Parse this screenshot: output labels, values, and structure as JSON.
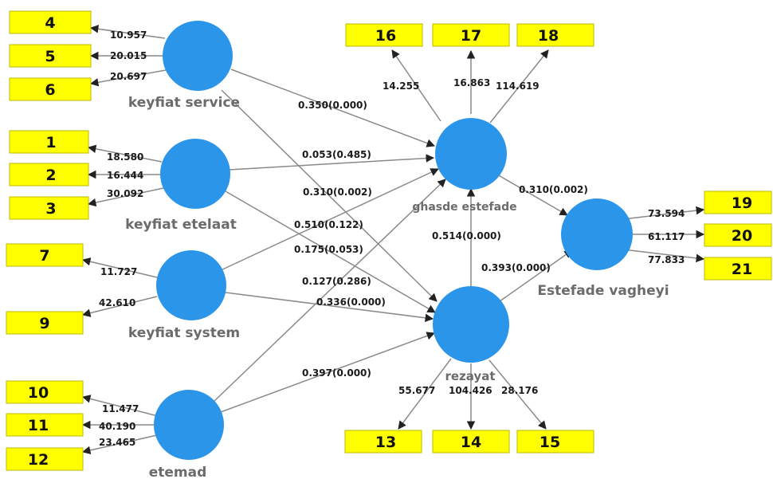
{
  "colors": {
    "construct": "#2b95ea",
    "indicator": "#ffff00",
    "indicator_border": "#b8b800",
    "line": "#8a8a8a",
    "arrow": "#222222"
  },
  "constructs": {
    "keyfiat_service": "keyfiat service",
    "keyfiat_etelaat": "keyfiat etelaat",
    "keyfiat_system": "keyfiat system",
    "etemad": "etemad",
    "ghasde_estefade": "ghasde estefade",
    "rezayat": "rezayat",
    "estefade_vagheyi": "Estefade vagheyi"
  },
  "indicators": {
    "i1": "1",
    "i2": "2",
    "i3": "3",
    "i4": "4",
    "i5": "5",
    "i6": "6",
    "i7": "7",
    "i9": "9",
    "i10": "10",
    "i11": "11",
    "i12": "12",
    "i13": "13",
    "i14": "14",
    "i15": "15",
    "i16": "16",
    "i17": "17",
    "i18": "18",
    "i19": "19",
    "i20": "20",
    "i21": "21"
  },
  "loadings": {
    "l4": "10.957",
    "l5": "20.015",
    "l6": "20.697",
    "l1": "18.580",
    "l2": "16.444",
    "l3": "30.092",
    "l7": "11.727",
    "l9": "42.610",
    "l10": "11.477",
    "l11": "40.190",
    "l12": "23.465",
    "l16": "14.255",
    "l17": "16.863",
    "l18": "114.619",
    "l13": "55.677",
    "l14": "104.426",
    "l15": "28.176",
    "l19": "73.594",
    "l20": "61.117",
    "l21": "77.833"
  },
  "paths": {
    "service_ghasde": "0.350(0.000)",
    "etelaat_ghasde": "0.053(0.485)",
    "service_rezayat": "0.310(0.002)",
    "system_ghasde": "0.510(0.122)",
    "etelaat_rezayat": "0.175(0.053)",
    "etemad_ghasde": "0.127(0.286)",
    "system_rezayat": "0.336(0.000)",
    "etemad_rezayat": "0.397(0.000)",
    "ghasde_vagheyi": "0.310(0.002)",
    "rezayat_ghasde": "0.514(0.000)",
    "rezayat_vagheyi": "0.393(0.000)"
  }
}
